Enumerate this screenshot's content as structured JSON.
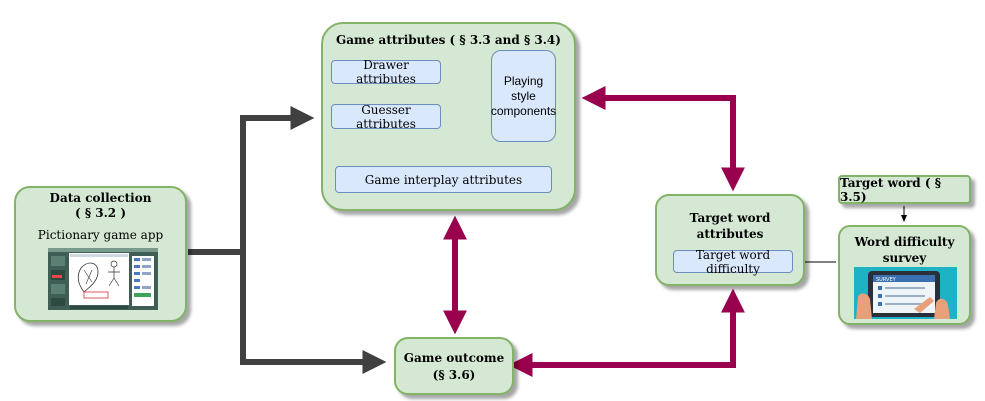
{
  "game_attributes": {
    "title": "Game attributes ( § 3.3 and § 3.4)",
    "drawer": "Drawer attributes",
    "guesser": "Guesser attributes",
    "playing_style": "Playing style components",
    "interplay": "Game interplay attributes"
  },
  "data_collection": {
    "title": "Data collection",
    "section": "( § 3.2 )",
    "subtitle": "Pictionary game app"
  },
  "target_word_attributes": {
    "title": "Target word attributes",
    "difficulty": "Target word difficulty"
  },
  "target_word": {
    "label": "Target word ( § 3.5)"
  },
  "word_difficulty_survey": {
    "title": "Word difficulty survey",
    "image_text": "SURVEY"
  },
  "game_outcome": {
    "title": "Game outcome",
    "section": "(§ 3.6)"
  },
  "colors": {
    "box_fill": "#d5e8d4",
    "box_border": "#82b366",
    "inner_fill": "#dae8fc",
    "inner_border": "#6c8ebf",
    "dark_arrow": "#404040",
    "maroon_arrow": "#99004d"
  }
}
